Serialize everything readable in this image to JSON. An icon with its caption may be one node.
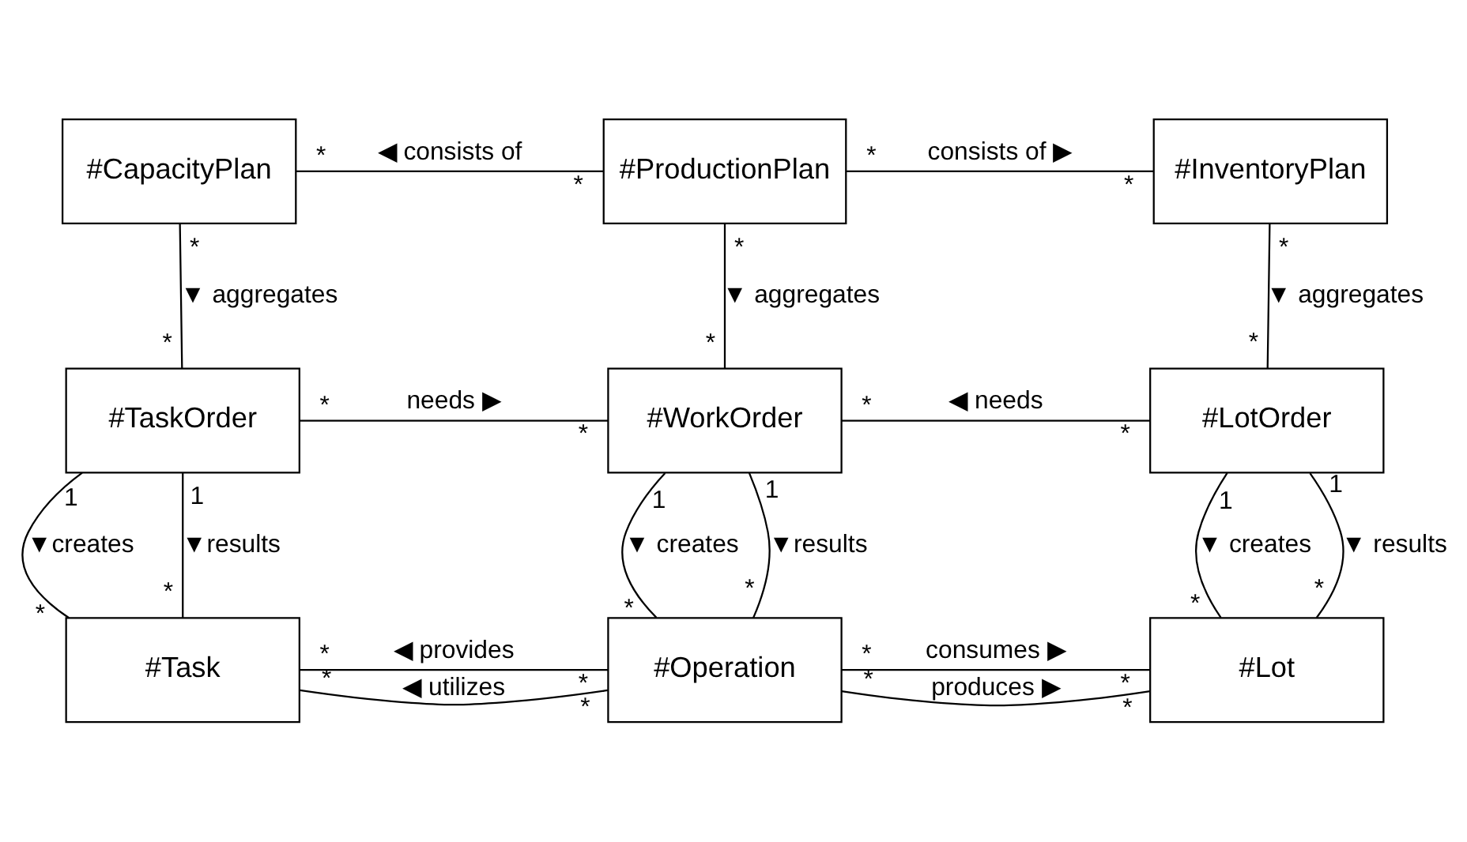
{
  "diagram": {
    "nodes": [
      {
        "text": [
          "#CapacityPlan"
        ]
      },
      {
        "text": [
          "#ProductionPlan"
        ]
      },
      {
        "text": [
          "#InventoryPlan"
        ]
      },
      {
        "text": [
          "#TaskOrder"
        ]
      },
      {
        "text": [
          "#WorkOrder"
        ]
      },
      {
        "text": [
          "#LotOrder"
        ]
      },
      {
        "text": [
          "#Task"
        ]
      },
      {
        "text": [
          "#Operation"
        ]
      },
      {
        "text": [
          "#Lot"
        ]
      }
    ],
    "edges": [
      {
        "from": 0,
        "to": 1,
        "arrow": "none",
        "label": "◀ consists of"
      },
      {
        "from": 1,
        "to": 2,
        "arrow": "none",
        "label": "consists of ▶"
      },
      {
        "from": 0,
        "to": 3,
        "arrow": "none",
        "label": "▼ aggregates"
      },
      {
        "from": 1,
        "to": 4,
        "arrow": "none",
        "label": "▼ aggregates"
      },
      {
        "from": 2,
        "to": 5,
        "arrow": "none",
        "label": "▼ aggregates"
      },
      {
        "from": 3,
        "to": 4,
        "arrow": "none",
        "label": "needs ▶"
      },
      {
        "from": 4,
        "to": 5,
        "arrow": "none",
        "label": "◀ needs"
      },
      {
        "from": 3,
        "to": 6,
        "arrow": "none",
        "label": "▼creates"
      },
      {
        "from": 3,
        "to": 6,
        "arrow": "none",
        "label": "▼results"
      },
      {
        "from": 4,
        "to": 7,
        "arrow": "none",
        "label": "▼ creates"
      },
      {
        "from": 4,
        "to": 7,
        "arrow": "none",
        "label": "▼results"
      },
      {
        "from": 5,
        "to": 8,
        "arrow": "none",
        "label": "▼ creates"
      },
      {
        "from": 5,
        "to": 8,
        "arrow": "none",
        "label": "▼ results"
      },
      {
        "from": 6,
        "to": 7,
        "arrow": "none",
        "label": "◀ provides"
      },
      {
        "from": 6,
        "to": 7,
        "arrow": "none",
        "label": "◀ utilizes"
      },
      {
        "from": 7,
        "to": 8,
        "arrow": "none",
        "label": "produces ▶"
      },
      {
        "from": 7,
        "to": 8,
        "arrow": "none",
        "label": "consumes ▶"
      }
    ],
    "labels": [
      "*",
      "*",
      "*",
      "*",
      "*",
      "*",
      "*",
      "*",
      "*",
      "*",
      "*",
      "*",
      "*",
      "*",
      "1",
      "*",
      "1",
      "*",
      "1",
      "*",
      "1",
      "*",
      "1",
      "*",
      "1",
      "*",
      "*",
      "*",
      "*",
      "*",
      "*",
      "*",
      "*",
      "*"
    ]
  }
}
